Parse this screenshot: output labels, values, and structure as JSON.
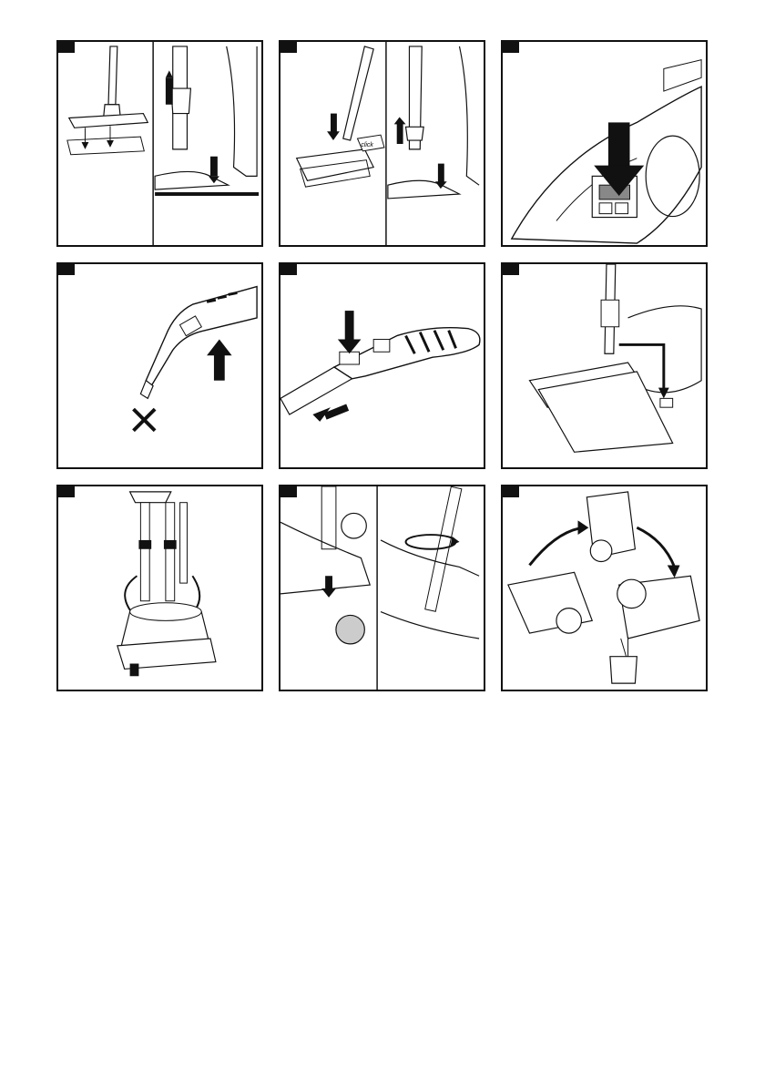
{
  "page": {
    "panels": [
      {
        "id": 1,
        "subject": "mop-cloth-attach"
      },
      {
        "id": 2,
        "subject": "mop-click-in"
      },
      {
        "id": 3,
        "subject": "press-button"
      },
      {
        "id": 4,
        "subject": "handle-steam-trigger"
      },
      {
        "id": 5,
        "subject": "handle-release"
      },
      {
        "id": 6,
        "subject": "mop-parking"
      },
      {
        "id": 7,
        "subject": "storage-upright"
      },
      {
        "id": 8,
        "subject": "cap-unscrew"
      },
      {
        "id": 9,
        "subject": "tank-emptying"
      }
    ],
    "labels": {
      "click": "click"
    }
  }
}
